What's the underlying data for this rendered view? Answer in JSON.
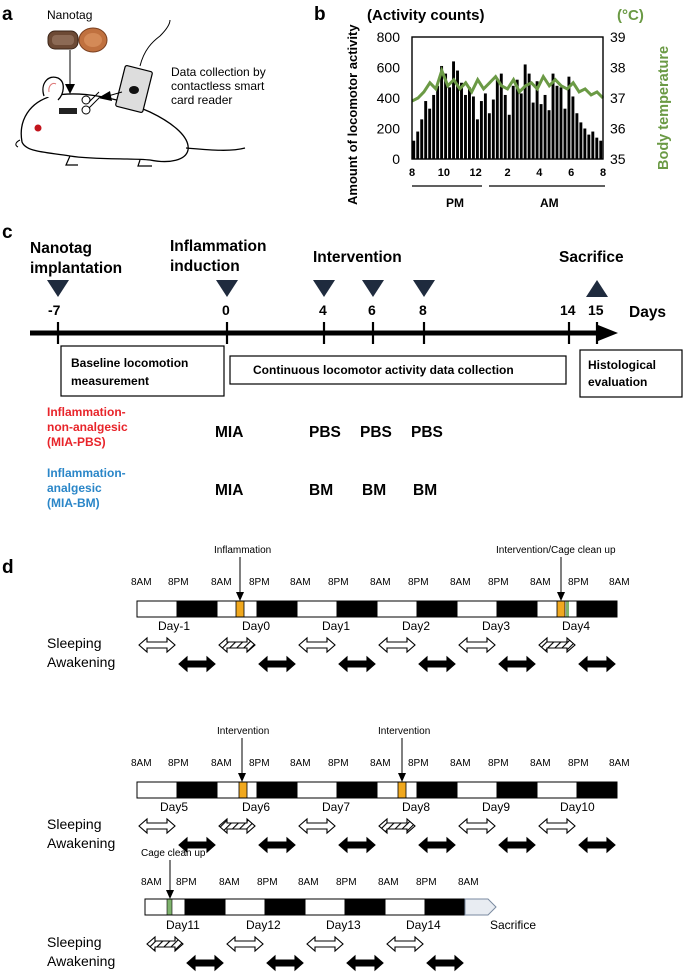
{
  "panel_a": {
    "letter": "a",
    "nanotag_label": "Nanotag",
    "reader_lines": [
      "Data collection by",
      "contactless smart",
      "card reader"
    ]
  },
  "panel_b": {
    "letter": "b",
    "left_unit": "(Activity counts)",
    "right_unit": "(°C)",
    "ylabel_left": "Amount of locomotor activity",
    "ylabel_right": "Body temperature",
    "period_pm": "PM",
    "period_am": "AM",
    "colors": {
      "temperature": "#6b9a45",
      "activity": "#000000"
    }
  },
  "chart_data": {
    "type": "line",
    "title": "",
    "x_ticks": [
      "8",
      "10",
      "12",
      "2",
      "4",
      "6",
      "8"
    ],
    "y_left": {
      "label": "Amount of locomotor activity",
      "unit": "Activity counts",
      "ticks": [
        0,
        200,
        400,
        600,
        800
      ],
      "range": [
        0,
        800
      ]
    },
    "y_right": {
      "label": "Body temperature",
      "unit": "°C",
      "ticks": [
        35,
        36,
        37,
        38,
        39
      ],
      "range": [
        35,
        39
      ]
    },
    "x_range_hours": [
      0,
      24
    ],
    "series": [
      {
        "kind": "bar",
        "x_hours": [
          0,
          0.5,
          1,
          1.5,
          2,
          2.5,
          3,
          3.5,
          4,
          4.5,
          5,
          5.5,
          6,
          6.5,
          7,
          7.5,
          8,
          8.5,
          9,
          9.5,
          10,
          10.5,
          11,
          11.5,
          12,
          12.5,
          13,
          13.5,
          14,
          14.5,
          15,
          15.5,
          16,
          16.5,
          17,
          17.5,
          18,
          18.5,
          19,
          19.5,
          20,
          20.5,
          21,
          21.5,
          22,
          22.5,
          23,
          23.5
        ],
        "values": [
          120,
          180,
          260,
          380,
          330,
          420,
          480,
          610,
          560,
          470,
          640,
          580,
          500,
          420,
          470,
          410,
          260,
          380,
          430,
          300,
          390,
          520,
          560,
          420,
          290,
          480,
          520,
          430,
          620,
          560,
          370,
          510,
          360,
          420,
          320,
          560,
          480,
          470,
          330,
          540,
          410,
          300,
          240,
          200,
          160,
          180,
          140,
          120
        ]
      },
      {
        "kind": "line",
        "x_hours": [
          0,
          0.75,
          1.5,
          2.25,
          3,
          3.75,
          4.5,
          5.25,
          6,
          6.75,
          7.5,
          8.25,
          9,
          9.75,
          10.5,
          11.25,
          12,
          12.75,
          13.5,
          14.25,
          15,
          15.75,
          16.5,
          17.25,
          18,
          18.75,
          19.5,
          20.25,
          21,
          21.75,
          22.5,
          23.25,
          24
        ],
        "values": [
          36.9,
          37.0,
          37.2,
          37.5,
          37.3,
          37.9,
          37.4,
          37.6,
          37.3,
          37.5,
          37.2,
          37.6,
          37.3,
          37.5,
          37.7,
          37.4,
          37.3,
          37.6,
          37.2,
          37.4,
          37.5,
          37.3,
          37.7,
          37.4,
          37.6,
          37.4,
          37.3,
          37.5,
          37.2,
          37.3,
          37.1,
          37.2,
          37.0
        ]
      }
    ]
  },
  "panel_c": {
    "letter": "c",
    "days_label": "Days",
    "event_labels": {
      "nanotag_1": "Nanotag",
      "nanotag_2": "implantation",
      "induction_1": "Inflammation",
      "induction_2": "induction",
      "intervention": "Intervention",
      "sacrifice": "Sacrifice"
    },
    "day_ticks": [
      "-7",
      "0",
      "4",
      "6",
      "8",
      "14",
      "15"
    ],
    "boxes": {
      "baseline_1": "Baseline locomotion",
      "baseline_2": "measurement",
      "continuous": "Continuous locomotor activity data collection",
      "histo_1": "Histological",
      "histo_2": "evaluation"
    },
    "groups": [
      {
        "lines": [
          "Inflammation-",
          "non-analgesic",
          "(MIA-PBS)"
        ],
        "color": "#e8242a",
        "treatments": [
          "MIA",
          "PBS",
          "PBS",
          "PBS"
        ]
      },
      {
        "lines": [
          "Inflammation-",
          "analgesic",
          "(MIA-BM)"
        ],
        "color": "#2a86c8",
        "treatments": [
          "MIA",
          "BM",
          "BM",
          "BM"
        ]
      }
    ]
  },
  "panel_d": {
    "letter": "d",
    "legend_sleeping": "Sleeping",
    "legend_awakening": "Awakening",
    "sacrifice": "Sacrifice",
    "colors": {
      "dark": "#000000",
      "light": "#ffffff",
      "event": "#f0a81e",
      "cleanup": "#7eb26c"
    },
    "rows": [
      {
        "times": [
          "8AM",
          "8PM",
          "8AM",
          "8PM",
          "8AM",
          "8PM",
          "8AM",
          "8PM",
          "8AM",
          "8PM",
          "8AM",
          "8PM",
          "8AM"
        ],
        "days": [
          "Day-1",
          "Day0",
          "Day1",
          "Day2",
          "Day3",
          "Day4"
        ],
        "annotations": [
          "Inflammation",
          "Intervention/Cage clean up"
        ]
      },
      {
        "times": [
          "8AM",
          "8PM",
          "8AM",
          "8PM",
          "8AM",
          "8PM",
          "8AM",
          "8PM",
          "8AM",
          "8PM",
          "8AM",
          "8PM",
          "8AM"
        ],
        "days": [
          "Day5",
          "Day6",
          "Day7",
          "Day8",
          "Day9",
          "Day10"
        ],
        "annotations": [
          "Intervention",
          "Intervention"
        ]
      },
      {
        "times": [
          "8AM",
          "8PM",
          "8AM",
          "8PM",
          "8AM",
          "8PM",
          "8AM",
          "8PM",
          "8AM"
        ],
        "days": [
          "Day11",
          "Day12",
          "Day13",
          "Day14"
        ],
        "annotations": [
          "Cage clean up"
        ]
      }
    ]
  }
}
